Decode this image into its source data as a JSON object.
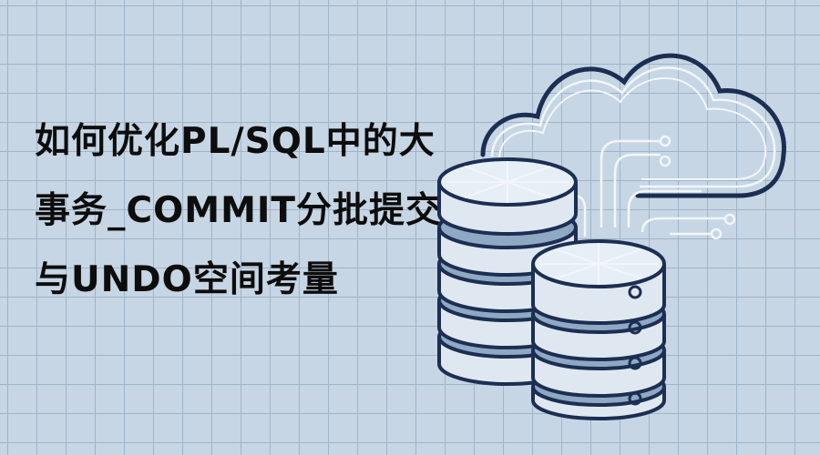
{
  "title": {
    "lines": [
      "如何优化PL/SQL中的大",
      "事务_COMMIT分批提交",
      "与UNDO空间考量"
    ]
  },
  "illustration": {
    "icons": [
      "cloud-icon",
      "database-stack-icon",
      "database-stack-icon",
      "circuit-lines-icon"
    ],
    "colors": {
      "background": "#c7d6e4",
      "grid": "#9fb4c8",
      "outline": "#1c2e52",
      "fill": "#eef3f8",
      "text": "#0d0d0d"
    }
  }
}
